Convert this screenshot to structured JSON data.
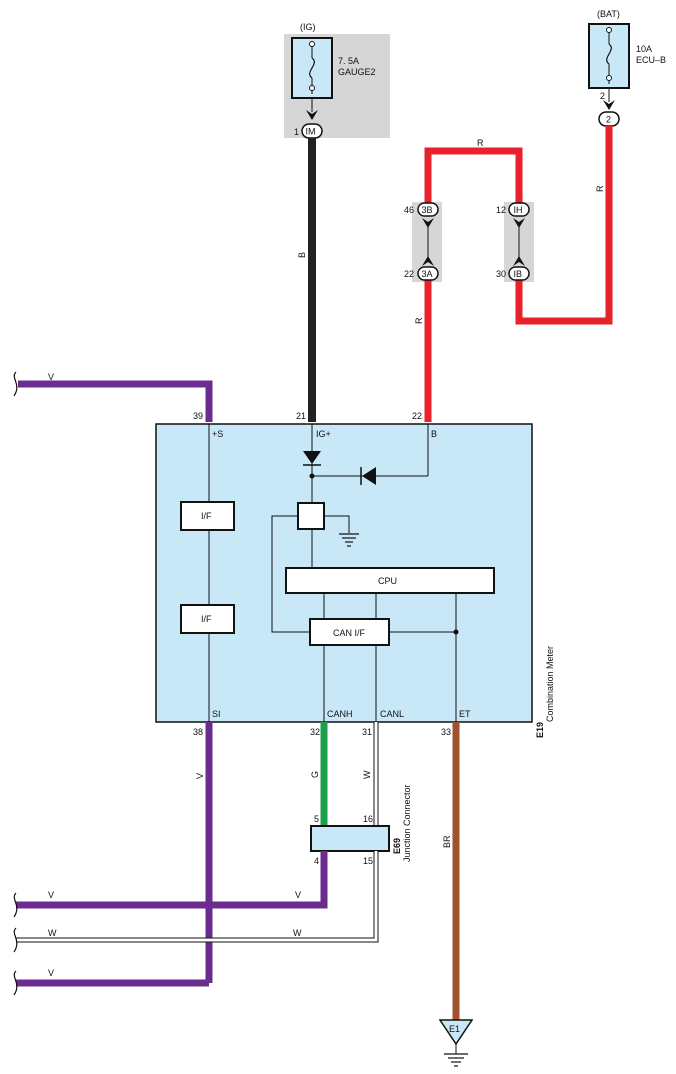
{
  "colors": {
    "module_fill": "#c8e8f8",
    "connector_gray": "#d6d6d6",
    "wire_black": "#222222",
    "wire_red": "#e8222a",
    "wire_violet": "#6a2d8f",
    "wire_green": "#1aa04a",
    "wire_brown": "#a0522d",
    "wire_white": "#ffffff"
  },
  "fuse_ig": {
    "source": "(IG)",
    "rating": "7. 5A",
    "name": "GAUGE2",
    "pin": "1",
    "connector": "IM"
  },
  "fuse_bat": {
    "source": "(BAT)",
    "rating": "10A",
    "name": "ECU–B",
    "pin": "2",
    "connector": "2"
  },
  "junctions": [
    {
      "top_pin": "46",
      "top_conn": "3B",
      "bottom_pin": "22",
      "bottom_conn": "3A"
    },
    {
      "top_pin": "12",
      "top_conn": "IH",
      "bottom_pin": "30",
      "bottom_conn": "IB"
    }
  ],
  "wire_labels": {
    "ig_wire": "B",
    "red_top": "R",
    "red_right": "R",
    "red_left": "R",
    "v_top": "V",
    "v_si": "V",
    "canh": "G",
    "canl": "W",
    "et": "BR",
    "bottom_v1_left": "V",
    "bottom_v1_right": "V",
    "bottom_w_left": "W",
    "bottom_w_right": "W",
    "bottom_v2": "V"
  },
  "meter": {
    "code": "E19",
    "name": "Combination Meter",
    "top_pins": [
      {
        "num": "39",
        "label": "+S"
      },
      {
        "num": "21",
        "label": "IG+"
      },
      {
        "num": "22",
        "label": "B"
      }
    ],
    "bottom_pins": [
      {
        "num": "38",
        "label": "SI"
      },
      {
        "num": "32",
        "label": "CANH"
      },
      {
        "num": "31",
        "label": "CANL"
      },
      {
        "num": "33",
        "label": "ET"
      }
    ],
    "if_top": "I/F",
    "if_bottom": "I/F",
    "cpu": "CPU",
    "can_if": "CAN I/F"
  },
  "junction_connector": {
    "code": "E69",
    "name": "Junction Connector",
    "pins": [
      "5",
      "16",
      "4",
      "15"
    ]
  },
  "ground": {
    "label": "E1"
  }
}
